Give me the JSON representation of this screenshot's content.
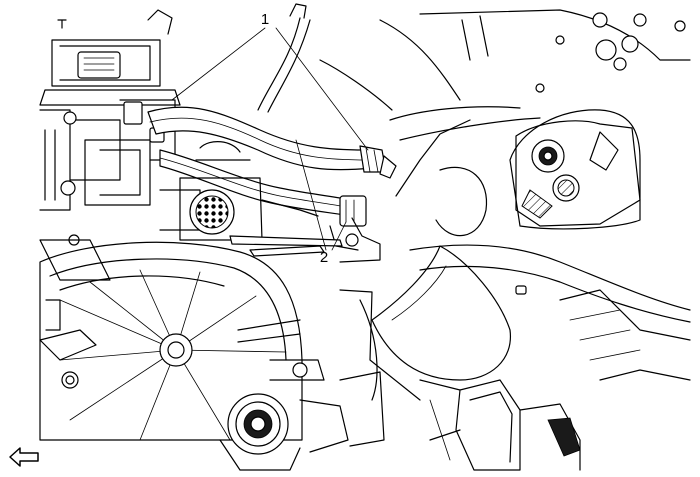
{
  "figure": {
    "callouts": [
      {
        "id": "1",
        "label": "1"
      },
      {
        "id": "2",
        "label": "2"
      }
    ],
    "view_indicator_icon": "arrow-left-outline-icon"
  }
}
